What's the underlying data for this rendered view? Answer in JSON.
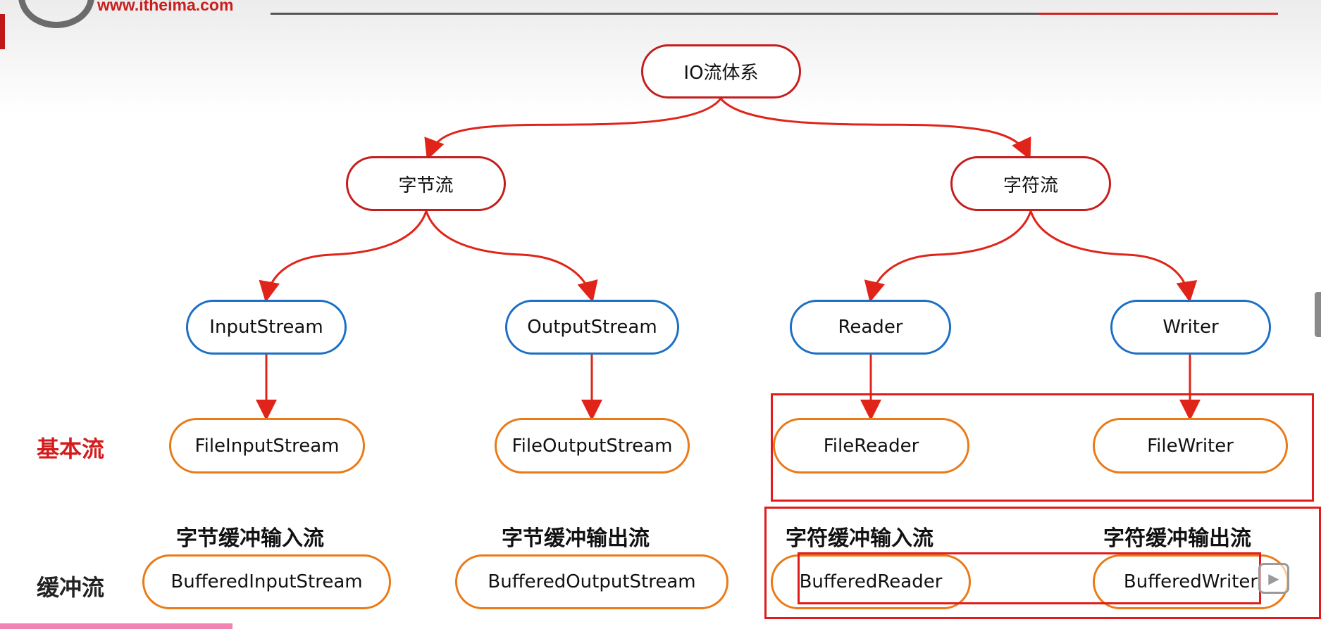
{
  "header": {
    "logo_text": "www.itheima.com"
  },
  "diagram": {
    "root": "IO流体系",
    "categories": {
      "byte": "字节流",
      "char": "字符流"
    },
    "abstract": {
      "input_stream": "InputStream",
      "output_stream": "OutputStream",
      "reader": "Reader",
      "writer": "Writer"
    },
    "basic": {
      "file_input_stream": "FileInputStream",
      "file_output_stream": "FileOutputStream",
      "file_reader": "FileReader",
      "file_writer": "FileWriter"
    },
    "buffered": {
      "buffered_input_stream": "BufferedInputStream",
      "buffered_output_stream": "BufferedOutputStream",
      "buffered_reader": "BufferedReader",
      "buffered_writer": "BufferedWriter"
    },
    "row_labels": {
      "basic": "基本流",
      "buffered": "缓冲流"
    },
    "buffer_labels": {
      "byte_in": "字节缓冲输入流",
      "byte_out": "字节缓冲输出流",
      "char_in": "字符缓冲输入流",
      "char_out": "字符缓冲输出流"
    }
  },
  "colors": {
    "root_and_category_border": "#c41d1d",
    "abstract_border": "#1b6fc4",
    "concrete_border": "#ea7a16",
    "connector": "#e0241a",
    "highlight_box": "#e01c1c"
  },
  "icons": {
    "player": "play-icon"
  }
}
